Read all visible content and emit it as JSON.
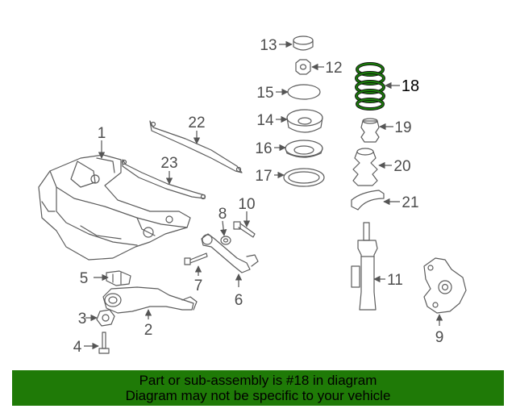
{
  "callouts": {
    "c1": "1",
    "c2": "2",
    "c3": "3",
    "c4": "4",
    "c5": "5",
    "c6": "6",
    "c7": "7",
    "c8": "8",
    "c9": "9",
    "c10": "10",
    "c11": "11",
    "c12": "12",
    "c13": "13",
    "c14": "14",
    "c15": "15",
    "c16": "16",
    "c17": "17",
    "c18": "18",
    "c19": "19",
    "c20": "20",
    "c21": "21",
    "c22": "22",
    "c23": "23"
  },
  "highlight": {
    "part": "18",
    "color": "#1a7a0a"
  },
  "banner": {
    "line1": "Part or sub-assembly is #18 in diagram",
    "line2": "Diagram may not be specific to your vehicle",
    "background": "#1f7a07"
  }
}
